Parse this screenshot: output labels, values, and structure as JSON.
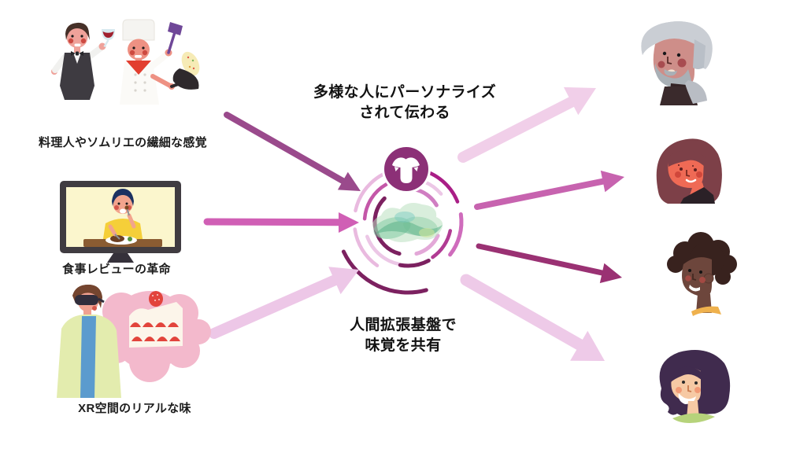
{
  "diagram": {
    "sources": [
      {
        "illustration": "chef-and-sommelier",
        "label": "料理人やソムリエの繊細な感覚"
      },
      {
        "illustration": "tv-food-reviewer",
        "label": "食事レビューの革命"
      },
      {
        "illustration": "vr-headset-cake",
        "label": "XR空間のリアルな味"
      }
    ],
    "center": {
      "icon": "tongue-icon",
      "core": "taste-data-blob",
      "top_caption_line1": "多様な人にパーソナライズ",
      "top_caption_line2": "されて伝わる",
      "bottom_caption_line1": "人間拡張基盤で",
      "bottom_caption_line2": "味覚を共有"
    },
    "recipients": [
      {
        "avatar": "elderly-man-gray-beard"
      },
      {
        "avatar": "woman-long-brown-hair"
      },
      {
        "avatar": "man-dark-afro"
      },
      {
        "avatar": "woman-dark-purple-hair"
      }
    ],
    "colors": {
      "background": "#ffffff",
      "arrow_purple": "#9a4a8c",
      "arrow_magenta": "#d05fb5",
      "arrow_dark_magenta": "#9a3173",
      "arrow_light_pink": "#eec7e6",
      "emblem_dark": "#7c2160",
      "emblem_magenta": "#a91e86",
      "emblem_pink": "#cf6cbc",
      "emblem_light_pink": "#e9badf",
      "tongue_badge": "#8c3077",
      "core_green": "#6fc49b",
      "text": "#1d1d1d"
    }
  }
}
